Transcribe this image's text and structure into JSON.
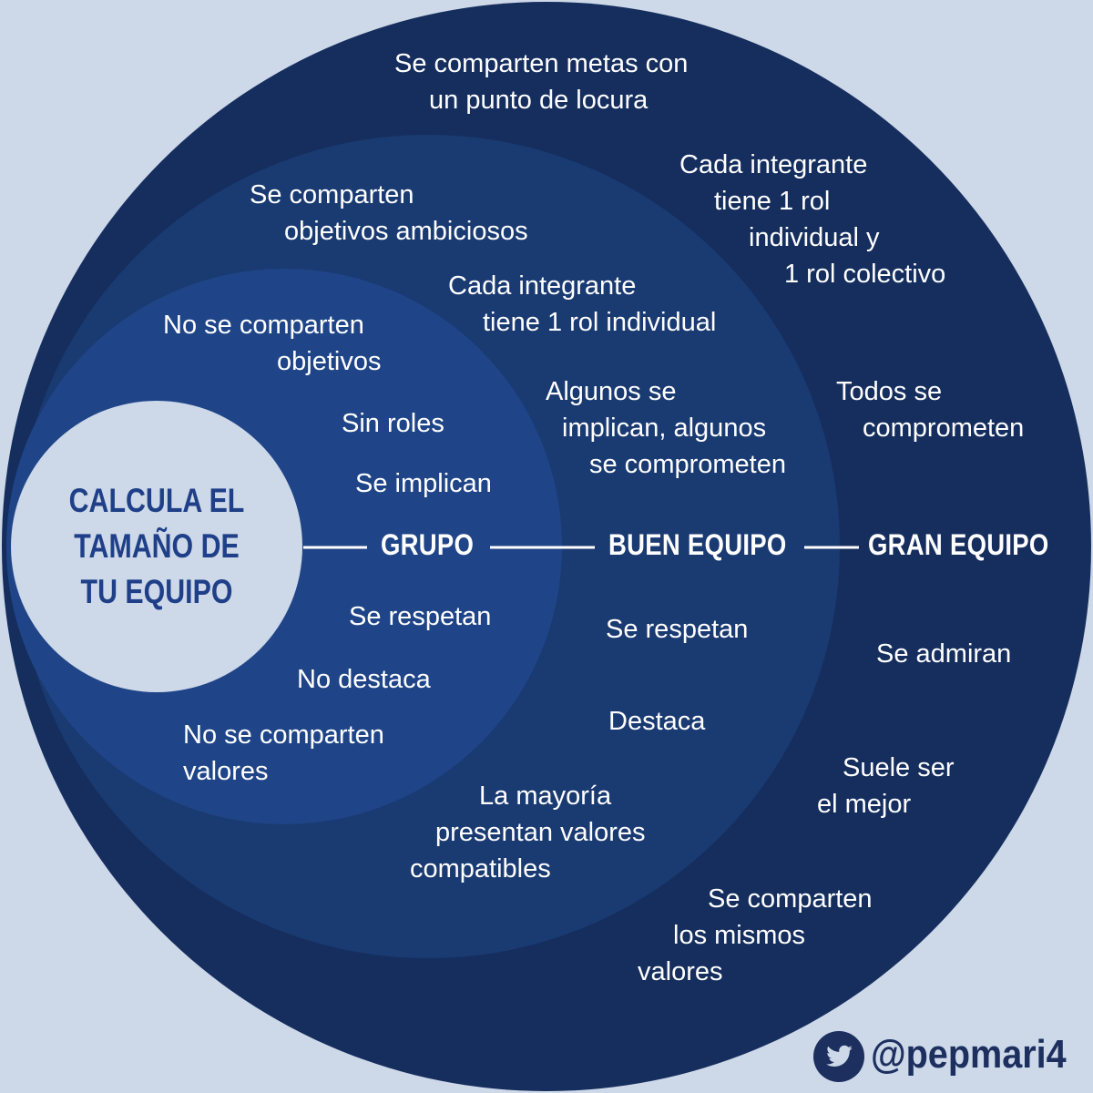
{
  "colors": {
    "background": "#cdd8e8",
    "outer": "#152e5e",
    "middle": "#1a3a72",
    "inner": "#1f4588",
    "center": "#cdd8e8",
    "title": "#1f4088",
    "text": "#ffffff",
    "handle": "#1c2f5e"
  },
  "title": [
    "CALCULA EL",
    "TAMAÑO DE",
    "TU EQUIPO"
  ],
  "levels": {
    "grupo": "GRUPO",
    "buen_equipo": "BUEN EQUIPO",
    "gran_equipo": "GRAN EQUIPO"
  },
  "gran_equipo": {
    "metas": [
      "Se comparten metas con",
      "un punto de locura"
    ],
    "roles": [
      "Cada integrante",
      "tiene 1 rol",
      "individual y",
      "1 rol colectivo"
    ],
    "compromiso": [
      "Todos se",
      "comprometen"
    ],
    "respeto": "Se admiran",
    "destaca": [
      "Suele ser",
      "el mejor"
    ],
    "valores": [
      "Se comparten",
      "los mismos",
      "valores"
    ]
  },
  "buen_equipo": {
    "objetivos": [
      "Se comparten",
      "objetivos ambiciosos"
    ],
    "roles": [
      "Cada integrante",
      "tiene 1 rol individual"
    ],
    "compromiso": [
      "Algunos se",
      "implican, algunos",
      "se comprometen"
    ],
    "respeto": "Se respetan",
    "destaca": "Destaca",
    "valores": [
      "La mayoría",
      "presentan valores",
      "compatibles"
    ]
  },
  "grupo": {
    "objetivos": [
      "No se comparten",
      "objetivos"
    ],
    "roles": "Sin roles",
    "compromiso": "Se implican",
    "respeto": "Se respetan",
    "destaca": "No destaca",
    "valores": [
      "No se comparten",
      "valores"
    ]
  },
  "handle": "@pepmari4",
  "icons": {
    "twitter": "twitter-bird-icon"
  }
}
